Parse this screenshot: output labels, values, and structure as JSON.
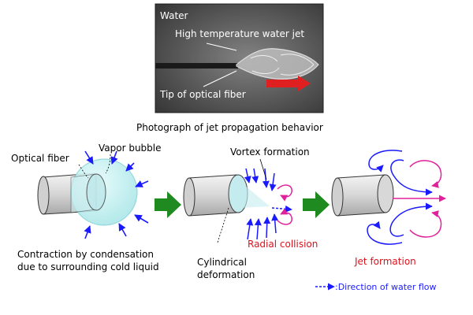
{
  "photo": {
    "label_water": "Water",
    "label_jet": "High temperature water jet",
    "label_tip": "Tip of optical fiber",
    "caption": "Photograph of jet propagation behavior"
  },
  "stage1": {
    "label_fiber": "Optical fiber",
    "label_bubble": "Vapor bubble",
    "label_contraction_line1": "Contraction by condensation",
    "label_contraction_line2": "due to surrounding cold liquid"
  },
  "stage2": {
    "label_vortex": "Vortex formation",
    "label_collision": "Radial collision",
    "label_cyl_line1": "Cylindrical",
    "label_cyl_line2": "deformation"
  },
  "stage3": {
    "label_jet": "Jet formation"
  },
  "legend": {
    "text": ":Direction of water flow"
  },
  "colors": {
    "flow_arrow": "#1a1aff",
    "vortex_arrow": "#e0229a",
    "highlight_text": "#e0101a",
    "stage_arrow": "#1f8a1f",
    "bubble_fill": "#bff0f0",
    "photo_jet_arrow": "#e02020"
  }
}
